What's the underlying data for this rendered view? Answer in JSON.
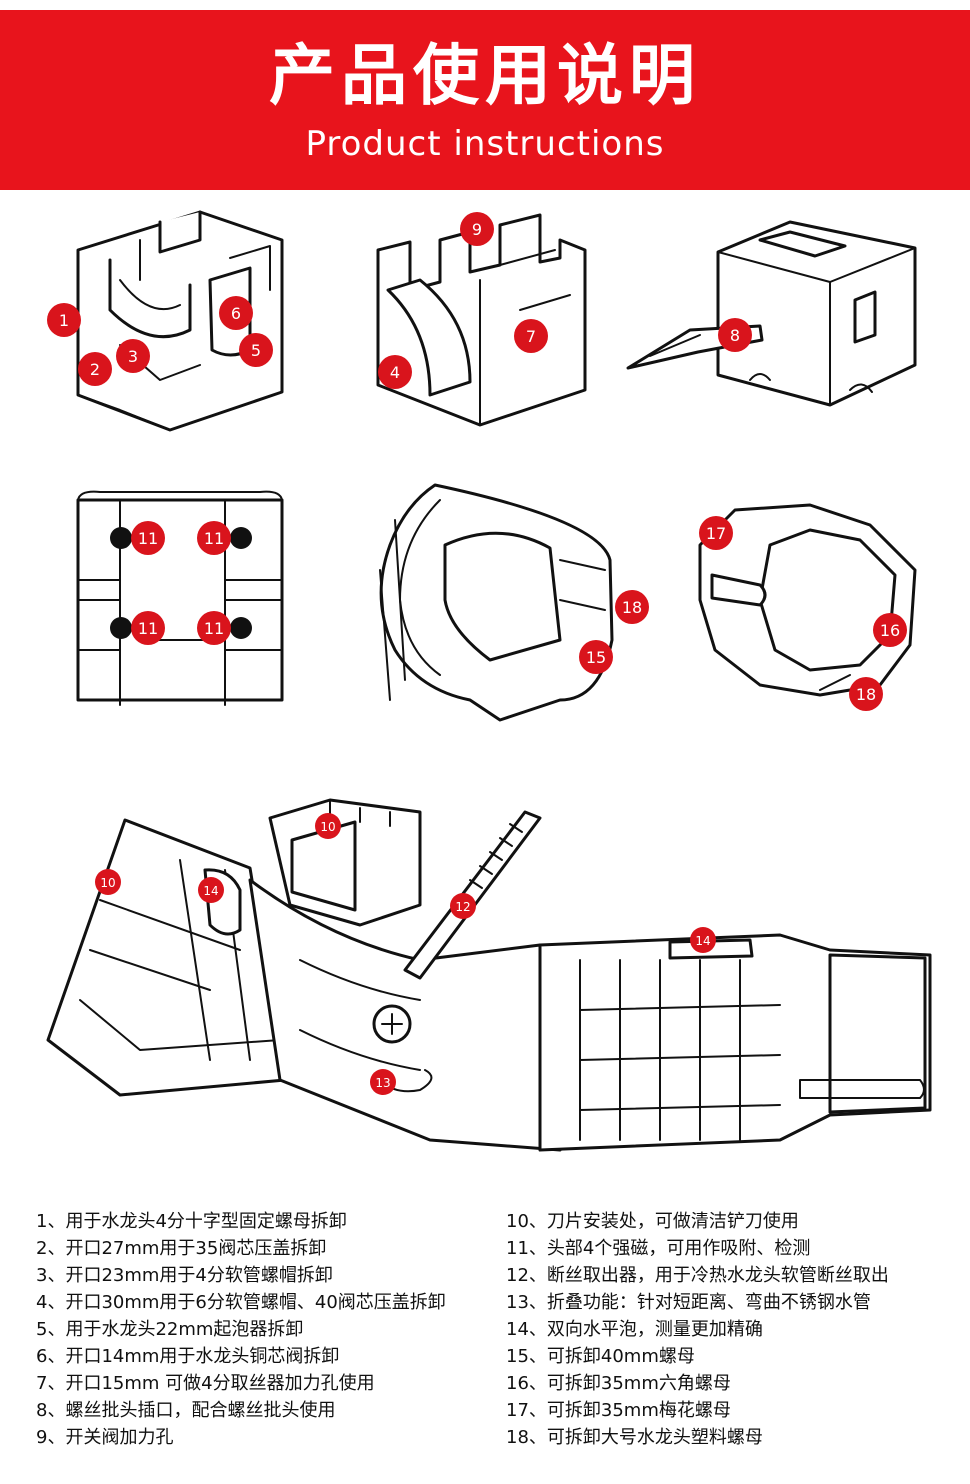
{
  "header": {
    "title_cn": "产品使用说明",
    "title_en": "Product instructions"
  },
  "colors": {
    "banner": "#e8141c",
    "marker": "#d9141c",
    "ink": "#111111"
  },
  "markers": {
    "m1": "1",
    "m2": "2",
    "m3": "3",
    "m4": "4",
    "m5": "5",
    "m6": "6",
    "m7": "7",
    "m8": "8",
    "m9": "9",
    "m11a": "11",
    "m11b": "11",
    "m11c": "11",
    "m11d": "11",
    "m18a": "18",
    "m15": "15",
    "m17": "17",
    "m16": "16",
    "m18b": "18",
    "m10a": "10",
    "m10b": "10",
    "m14a": "14",
    "m12": "12",
    "m14b": "14",
    "m13": "13"
  },
  "instructions_left": [
    "1、用于水龙头4分十字型固定螺母拆卸",
    "2、开口27mm用于35阀芯压盖拆卸",
    "3、开口23mm用于4分软管螺帽拆卸",
    "4、开口30mm用于6分软管螺帽、40阀芯压盖拆卸",
    "5、用于水龙头22mm起泡器拆卸",
    "6、开口14mm用于水龙头铜芯阀拆卸",
    "7、开口15mm 可做4分取丝器加力孔使用",
    "8、螺丝批头插口，配合螺丝批头使用",
    "9、开关阀加力孔"
  ],
  "instructions_right": [
    "10、刀片安装处，可做清洁铲刀使用",
    "11、头部4个强磁，可用作吸附、检测",
    "12、断丝取出器，用于冷热水龙头软管断丝取出",
    "13、折叠功能：针对短距离、弯曲不锈钢水管",
    "14、双向水平泡，测量更加精确",
    "15、可拆卸40mm螺母",
    "16、可拆卸35mm六角螺母",
    "17、可拆卸35mm梅花螺母",
    "18、可拆卸大号水龙头塑料螺母"
  ]
}
